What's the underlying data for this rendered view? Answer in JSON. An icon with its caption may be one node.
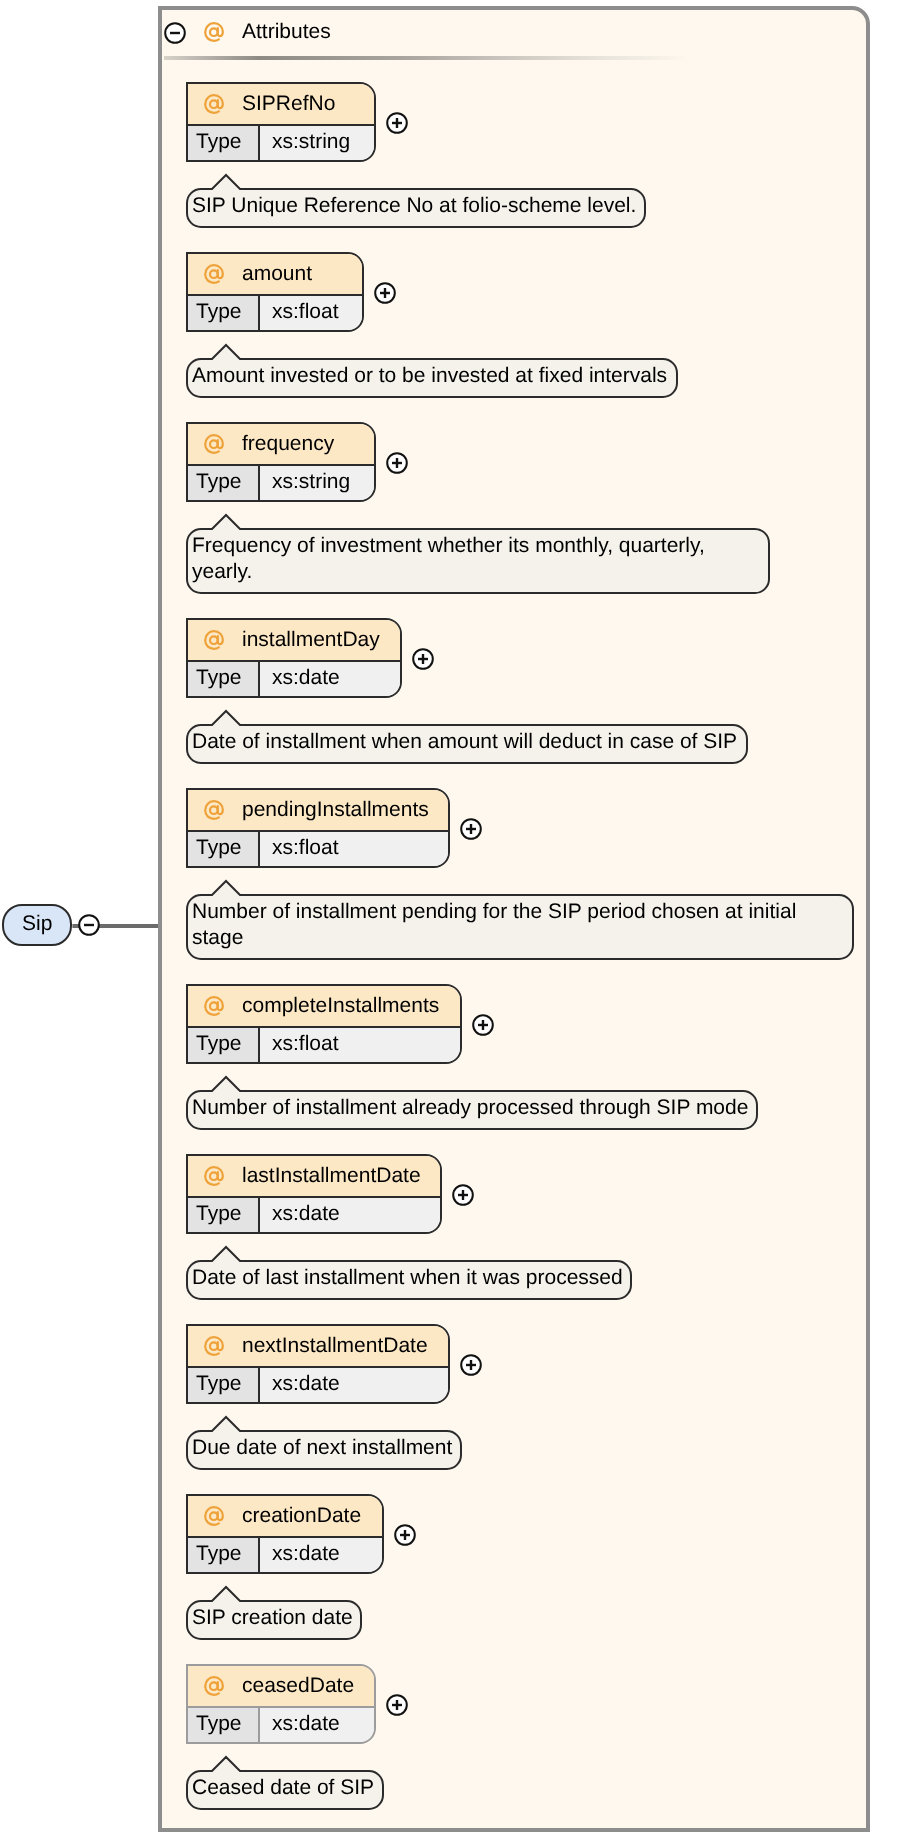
{
  "diagram": {
    "nodes": [
      {
        "text": [
          "Sip"
        ]
      },
      {
        "text": [
          "Attributes"
        ]
      },
      {
        "text": [
          "SIPRefNo",
          "Type",
          "xs:string"
        ],
        "in": 1
      },
      {
        "text": [
          "SIP Unique Reference No at folio-scheme level."
        ],
        "in": 1
      },
      {
        "text": [
          "amount",
          "Type",
          "xs:float"
        ],
        "in": 1
      },
      {
        "text": [
          "Amount invested or to be invested at fixed intervals"
        ],
        "in": 1
      },
      {
        "text": [
          "frequency",
          "Type",
          "xs:string"
        ],
        "in": 1
      },
      {
        "text": [
          "Frequency of investment whether its monthly, quarterly, yearly."
        ],
        "in": 1
      },
      {
        "text": [
          "installmentDay",
          "Type",
          "xs:date"
        ],
        "in": 1
      },
      {
        "text": [
          "Date of installment when amount will deduct in case of SIP"
        ],
        "in": 1
      },
      {
        "text": [
          "pendingInstallments",
          "Type",
          "xs:float"
        ],
        "in": 1
      },
      {
        "text": [
          "Number of installment pending for the SIP period chosen at initial stage"
        ],
        "in": 1
      },
      {
        "text": [
          "completeInstallments",
          "Type",
          "xs:float"
        ],
        "in": 1
      },
      {
        "text": [
          "Number of installment already processed through SIP mode"
        ],
        "in": 1
      },
      {
        "text": [
          "lastInstallmentDate",
          "Type",
          "xs:date"
        ],
        "in": 1
      },
      {
        "text": [
          "Date of last installment when it was processed"
        ],
        "in": 1
      },
      {
        "text": [
          "nextInstallmentDate",
          "Type",
          "xs:date"
        ],
        "in": 1
      },
      {
        "text": [
          "Due date of next installment"
        ],
        "in": 1
      },
      {
        "text": [
          "creationDate",
          "Type",
          "xs:date"
        ],
        "in": 1
      },
      {
        "text": [
          "SIP creation date"
        ],
        "in": 1
      },
      {
        "text": [
          "ceasedDate",
          "Type",
          "xs:date"
        ],
        "in": 1
      },
      {
        "text": [
          "Ceased date of SIP"
        ],
        "in": 1
      }
    ],
    "edges": [
      {
        "from": 0,
        "to": 1,
        "arrow": "none"
      }
    ]
  }
}
